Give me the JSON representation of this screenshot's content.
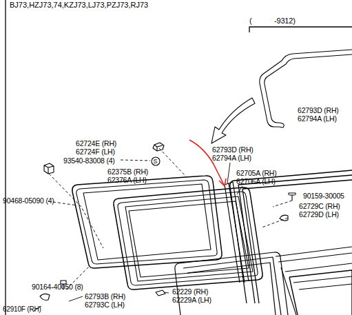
{
  "diagram": {
    "title": "BJ73,HZJ73,74,KZJ73,LJ73,PZJ73,RJ73",
    "labels": [
      "(",
      "-9312)",
      "62793D (RH)",
      "62794A (LH)",
      "62724E (RH)",
      "62724F (LH)",
      "93540-83008 (4)",
      "62375B (RH)",
      "62376A (LH)",
      "90468-05090 (4)",
      "62793D (RH)",
      "62794A (LH)",
      "62705A (RH)",
      "62706A (LH)",
      "90159-30005",
      "62729C (RH)",
      "62729D (LH)",
      "90164-40050 (8)",
      "62793B (RH)",
      "62793C (LH)",
      "62229 (RH)",
      "62229A (LH)",
      "62910F (RH)",
      "S"
    ]
  }
}
